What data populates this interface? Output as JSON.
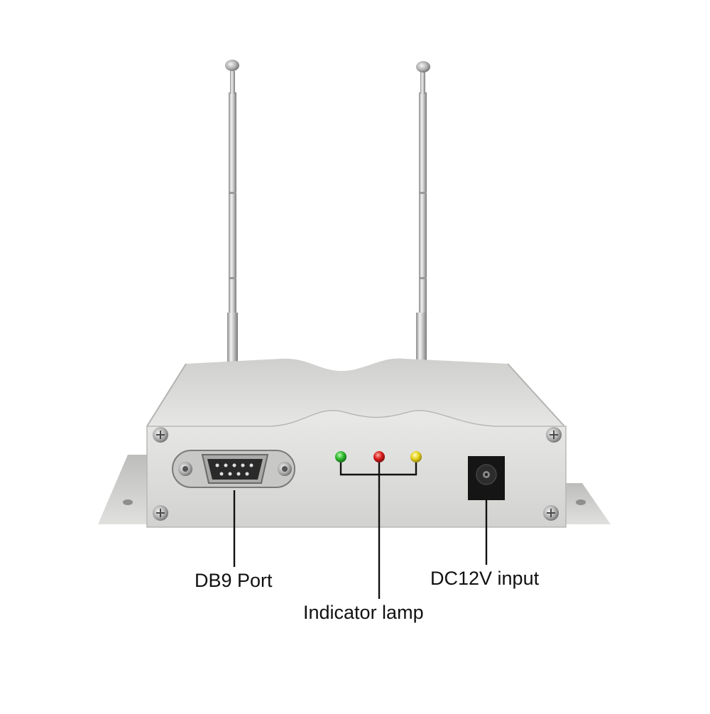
{
  "labels": {
    "db9_port": "DB9 Port",
    "indicator_lamp": "Indicator lamp",
    "dc_input": "DC12V input"
  },
  "colors": {
    "background": "#ffffff",
    "body_aluminum": "#d8d8d6",
    "led_green": "#2db82d",
    "led_red": "#d91a1a",
    "led_yellow": "#e6d21c",
    "callout_line": "#111111"
  },
  "icons": [
    "antenna-left-icon",
    "antenna-right-icon",
    "db9-connector-icon",
    "dc-jack-icon",
    "screw-icon"
  ]
}
